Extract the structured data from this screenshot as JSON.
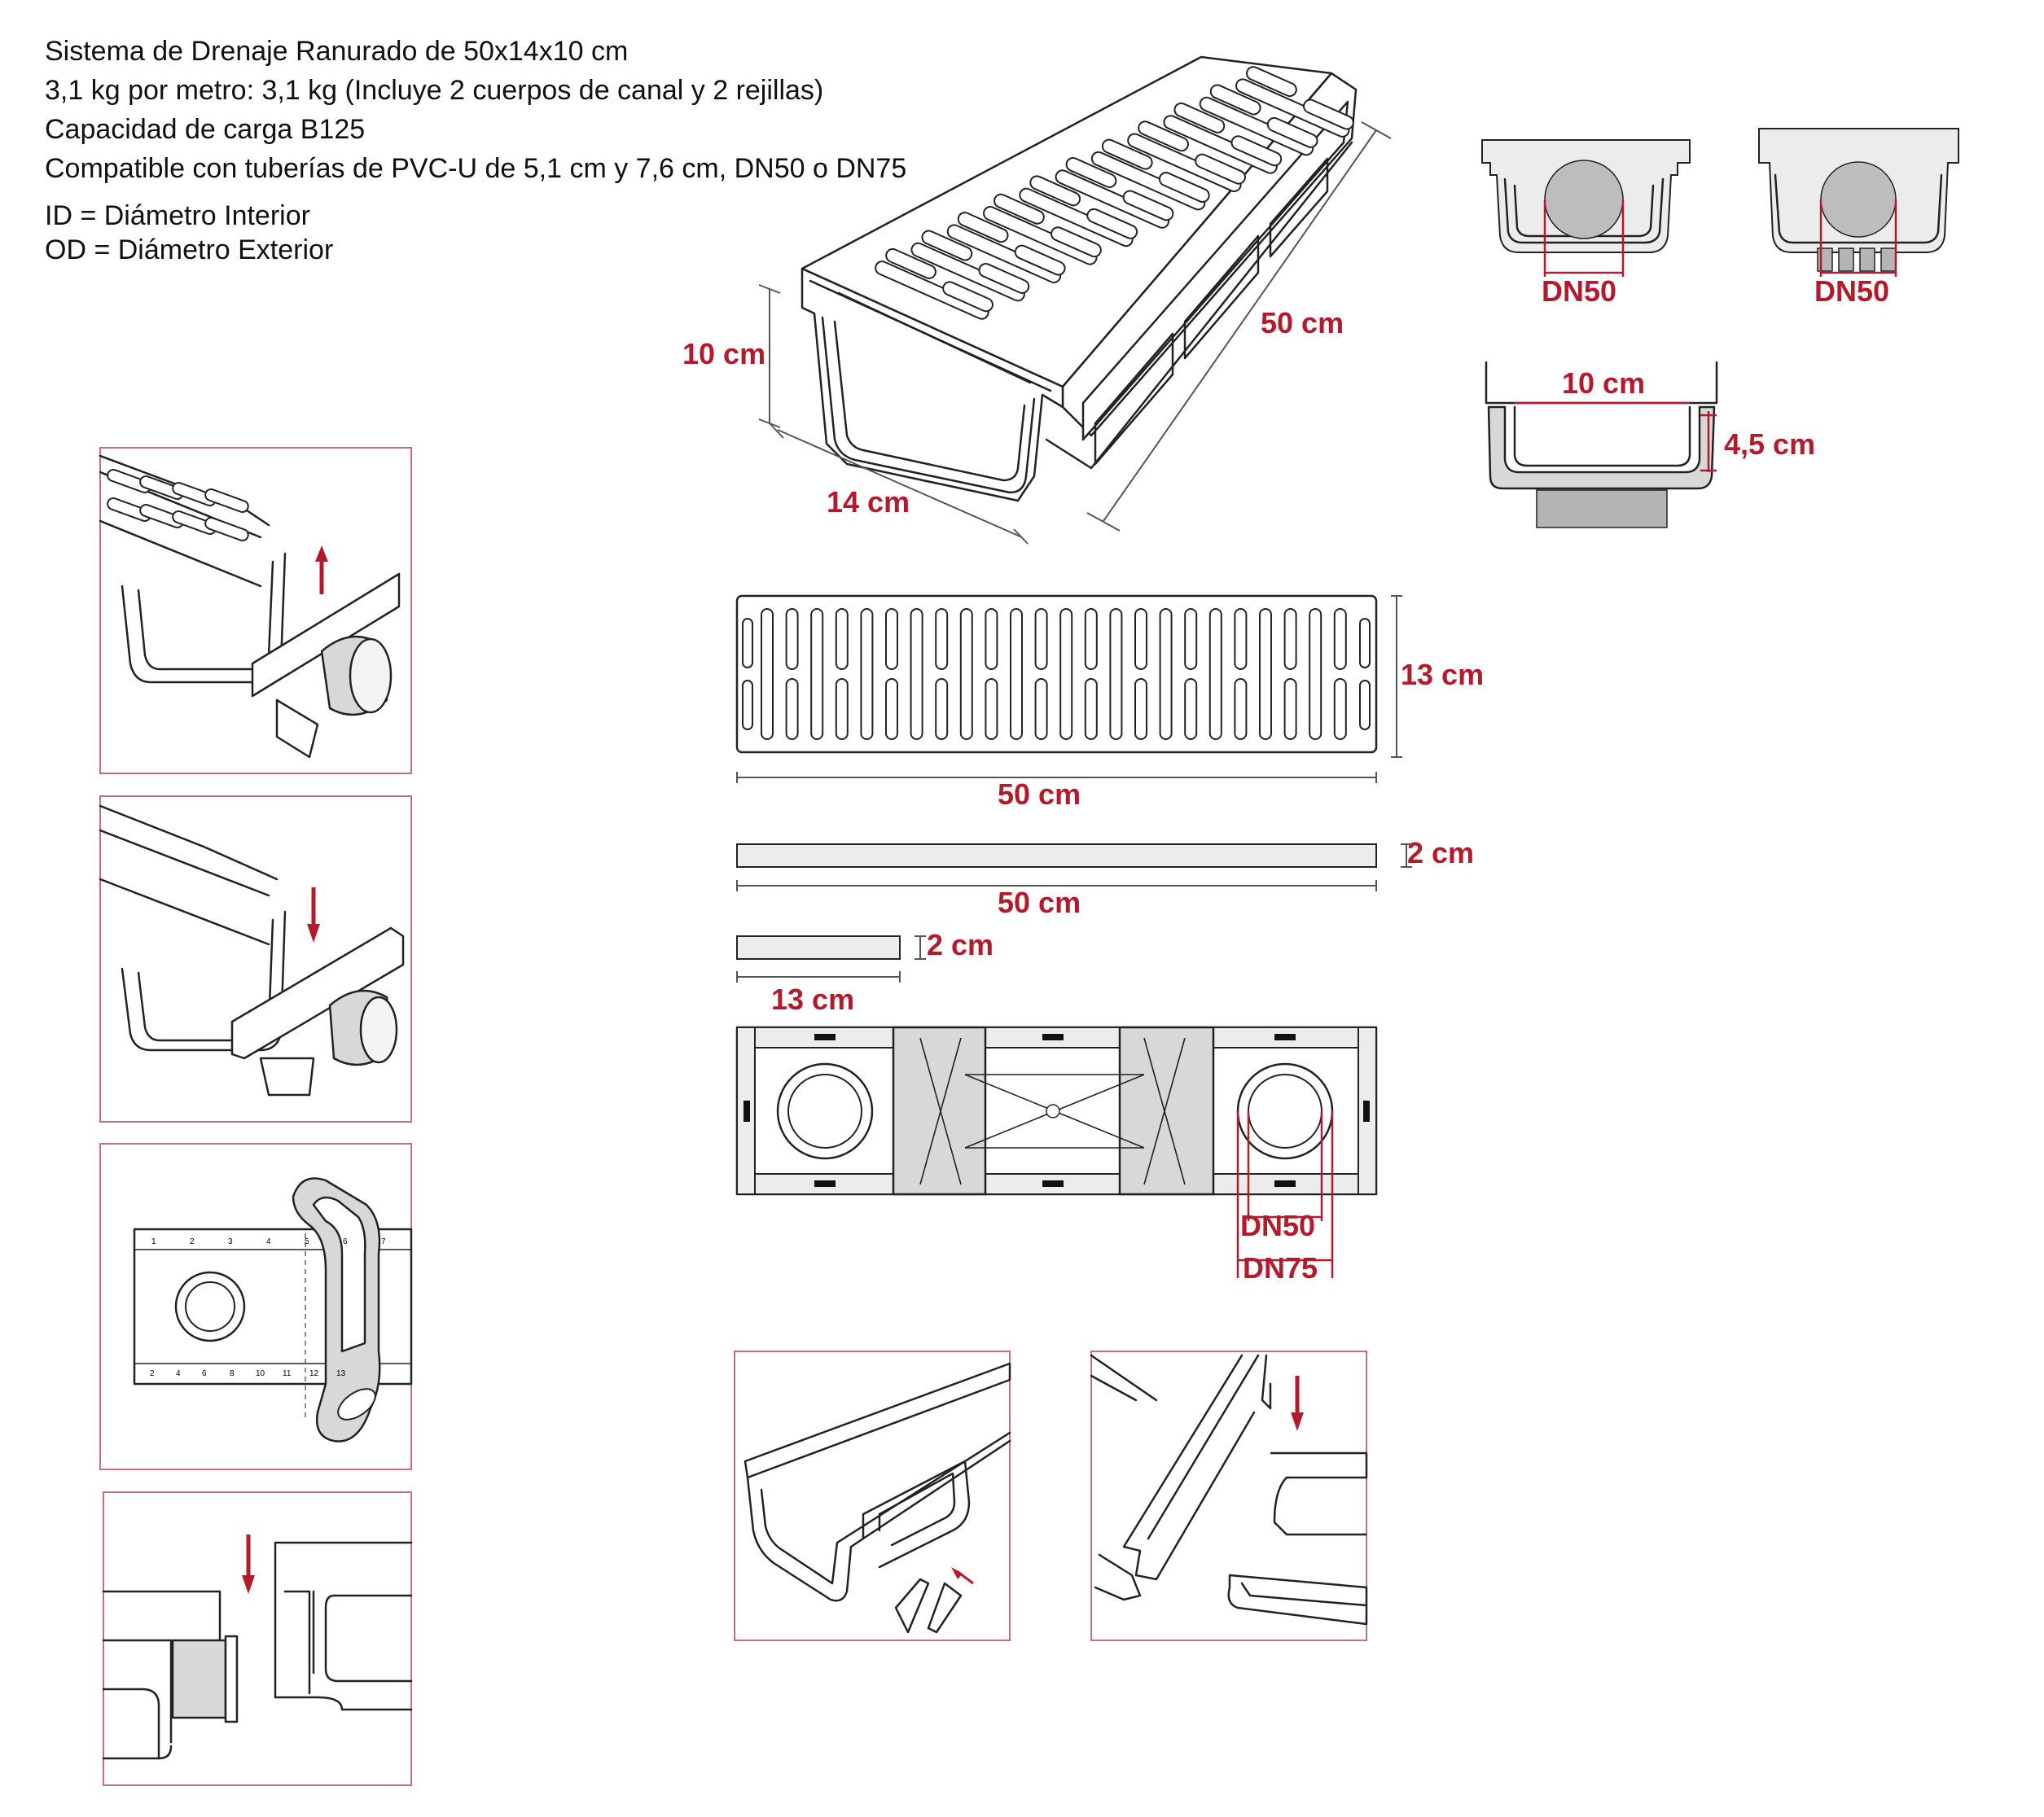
{
  "specs": {
    "title": "Sistema de Drenaje Ranurado de 50x14x10 cm",
    "weight": "3,1 kg por metro: 3,1 kg (Incluye 2 cuerpos de canal y 2 rejillas)",
    "load": "Capacidad de carga B125",
    "compat": "Compatible con tuberías de PVC-U de 5,1 cm y 7,6 cm, DN50 o DN75",
    "id_def": "ID = Diámetro Interior",
    "od_def": "OD = Diámetro Exterior"
  },
  "dims": {
    "height": "10 cm",
    "width": "14 cm",
    "length": "50 cm",
    "outlet_a": "DN50",
    "outlet_b": "DN50",
    "inner_width": "10 cm",
    "inner_depth": "4,5 cm",
    "grate_height": "13 cm",
    "grate_length": "50 cm",
    "bar_thickness": "2 cm",
    "bar_length": "50 cm",
    "cap_thickness": "2 cm",
    "cap_length": "13 cm",
    "bottom_dn50": "DN50",
    "bottom_dn75": "DN75"
  },
  "ruler": {
    "top_ticks": [
      "1",
      "2",
      "3",
      "4",
      "5",
      "6",
      "7"
    ],
    "bottom_ticks": [
      "2",
      "4",
      "6",
      "8",
      "10",
      "11",
      "12",
      "13"
    ]
  },
  "colors": {
    "accent": "#b31b2c",
    "panel_border": "#c7707b",
    "line": "#222222",
    "fill_gray": "#d8d8d8"
  }
}
